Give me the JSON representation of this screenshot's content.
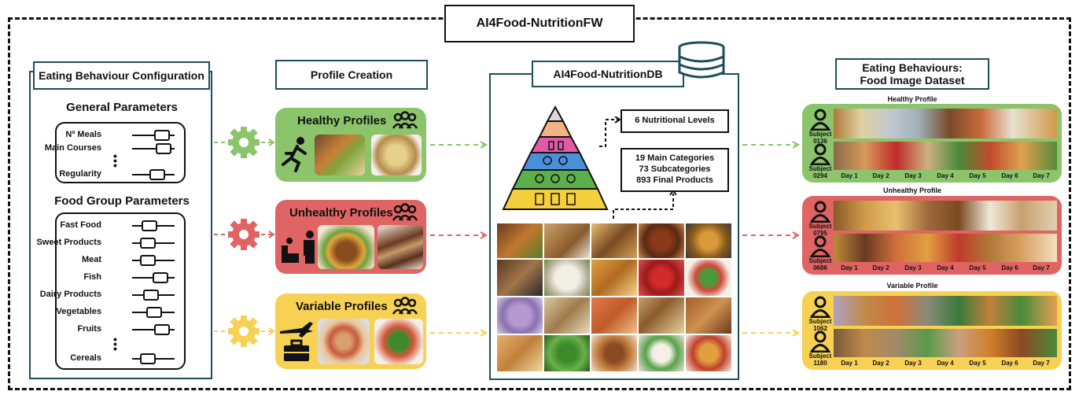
{
  "title": "AI4Food-NutritionFW",
  "config": {
    "header": "Eating Behaviour Configuration",
    "general_title": "General Parameters",
    "general_params": [
      "Nº Meals",
      "Main Courses",
      "Regularity"
    ],
    "food_title": "Food Group Parameters",
    "food_params": [
      "Fast Food",
      "Sweet Products",
      "Meat",
      "Fish",
      "Dairy Products",
      "Vegetables",
      "Fruits",
      "Cereals"
    ]
  },
  "profile_creation": {
    "header": "Profile Creation",
    "healthy": "Healthy Profiles",
    "unhealthy": "Unhealthy Profiles",
    "variable": "Variable Profiles"
  },
  "db": {
    "header": "AI4Food-NutritionDB",
    "levels": "6 Nutritional Levels",
    "categories": [
      "19 Main Categories",
      "73 Subcategories",
      "893 Final Products"
    ]
  },
  "dataset": {
    "header_line1": "Eating Behaviours:",
    "header_line2": "Food Image Dataset",
    "days": [
      "Day 1",
      "Day 2",
      "Day 3",
      "Day 4",
      "Day 5",
      "Day 6",
      "Day 7"
    ],
    "subject_word": "Subject",
    "profiles": [
      {
        "title": "Healthy Profile",
        "subjects": [
          "0136",
          "0294"
        ]
      },
      {
        "title": "Unhealthy Profile",
        "subjects": [
          "0795",
          "0686"
        ]
      },
      {
        "title": "Variable Profile",
        "subjects": [
          "1062",
          "1180"
        ]
      }
    ]
  },
  "colors": {
    "healthy": "#8cc46b",
    "unhealthy": "#e06464",
    "variable": "#f7d154",
    "border": "#1e4d5c"
  },
  "icons": [
    "gear-icon",
    "people-icon",
    "running-person-icon",
    "person-on-couch-icon",
    "airplane-icon",
    "briefcase-icon",
    "database-icon",
    "person-icon",
    "food-pyramid-icon"
  ]
}
